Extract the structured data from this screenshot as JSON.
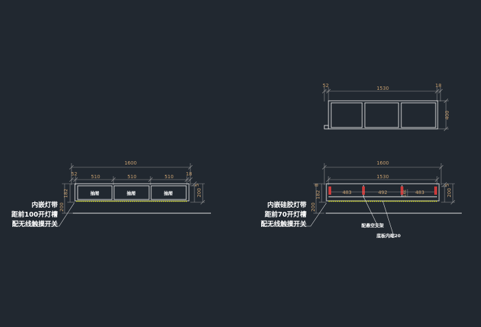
{
  "left_drawing": {
    "overall_width": "1600",
    "left_offset": "52",
    "right_offset": "18",
    "bay_widths": [
      "510",
      "510",
      "510"
    ],
    "drawer_labels": [
      "抽屉",
      "抽屉",
      "抽屉"
    ],
    "height_total": "200",
    "height_left_total": "200",
    "height_left_top": "182",
    "height_right_top": "5",
    "notes": [
      "内嵌灯带",
      "距前100开灯槽",
      "配无线触摸开关"
    ]
  },
  "right_drawing": {
    "top_view": {
      "left_offset": "52",
      "width": "1530",
      "right_offset": "18",
      "depth": "400"
    },
    "overall_width": "1600",
    "inner_width": "1530",
    "bay_widths": [
      "483",
      "492",
      "483"
    ],
    "center_small": "146",
    "height_total": "200",
    "height_left_total": "200",
    "height_left_top": "182",
    "height_left_small": "8",
    "height_right_top": "5",
    "notes": [
      "内嵌硅胶灯带",
      "距前70开灯槽",
      "配无线触摸开关"
    ],
    "callouts": [
      "配悬空支架",
      "底板内缩20"
    ]
  },
  "colors": {
    "background": "#212830",
    "line": "#e8e8e8",
    "dimension": "#c8a070",
    "led_strip": "#d7e031",
    "bracket": "#cc3b3b"
  }
}
